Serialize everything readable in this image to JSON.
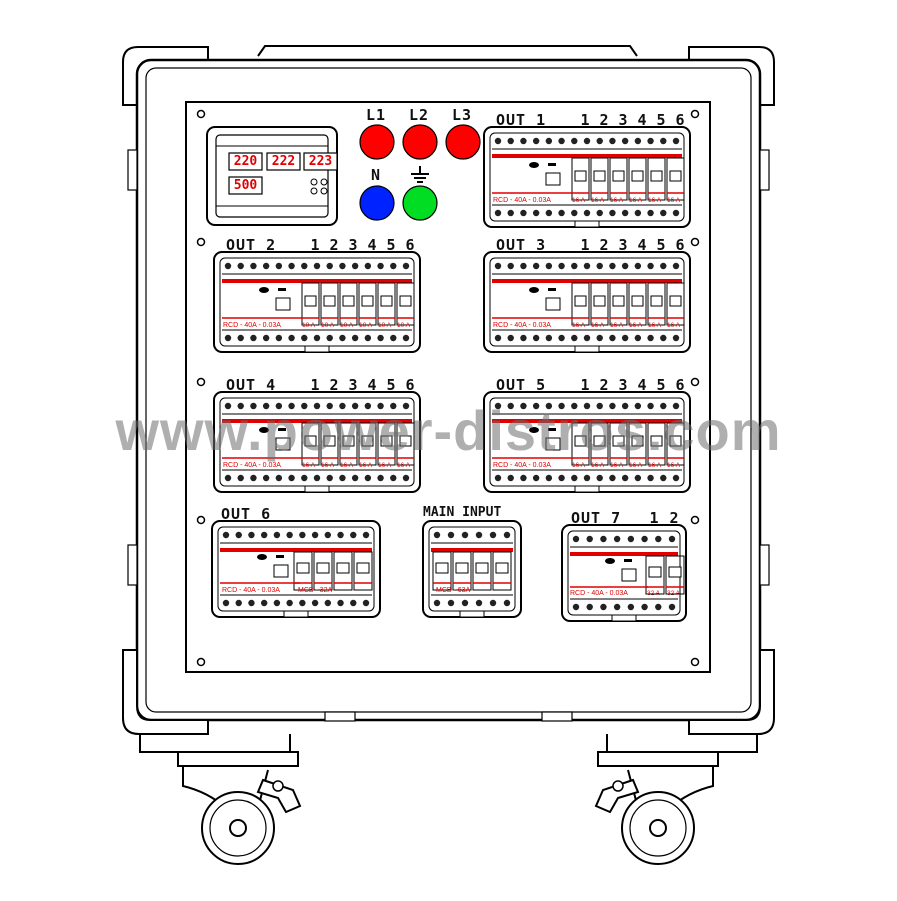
{
  "phases": {
    "l1": "L1",
    "l2": "L2",
    "l3": "L3",
    "n": "N"
  },
  "meter": {
    "v1": "220",
    "v2": "222",
    "v3": "223",
    "current": "500"
  },
  "outputs": [
    {
      "label": "OUT 1",
      "numbers": [
        "1",
        "2",
        "3",
        "4",
        "5",
        "6"
      ],
      "rcd": "RCD - 40A - 0.03A",
      "mcb": [
        "16 A",
        "16 A",
        "16 A",
        "16 A",
        "16 A",
        "16 A"
      ]
    },
    {
      "label": "OUT 2",
      "numbers": [
        "1",
        "2",
        "3",
        "4",
        "5",
        "6"
      ],
      "rcd": "RCD - 40A - 0.03A",
      "mcb": [
        "10 A",
        "10 A",
        "10 A",
        "10 A",
        "10 A",
        "10 A"
      ]
    },
    {
      "label": "OUT 3",
      "numbers": [
        "1",
        "2",
        "3",
        "4",
        "5",
        "6"
      ],
      "rcd": "RCD - 40A - 0.03A",
      "mcb": [
        "16 A",
        "16 A",
        "16 A",
        "16 A",
        "16 A",
        "16 A"
      ]
    },
    {
      "label": "OUT 4",
      "numbers": [
        "1",
        "2",
        "3",
        "4",
        "5",
        "6"
      ],
      "rcd": "RCD - 40A - 0.03A",
      "mcb": [
        "16 A",
        "16 A",
        "16 A",
        "16 A",
        "16 A",
        "16 A"
      ]
    },
    {
      "label": "OUT 5",
      "numbers": [
        "1",
        "2",
        "3",
        "4",
        "5",
        "6"
      ],
      "rcd": "RCD - 40A - 0.03A",
      "mcb": [
        "16 A",
        "16 A",
        "16 A",
        "16 A",
        "16 A",
        "16 A"
      ]
    },
    {
      "label": "OUT 6",
      "rcd": "RCD - 40A - 0.03A",
      "mcb_text": "MCB - 32A"
    },
    {
      "label": "OUT 7",
      "numbers": [
        "1",
        "2"
      ],
      "rcd": "RCD - 40A - 0.03A",
      "mcb": [
        "32 A",
        "32 A"
      ]
    }
  ],
  "main_input": {
    "label": "MAIN INPUT",
    "mcb_text": "MCB - 63A"
  },
  "watermark": "www.power-distros.com",
  "colors": {
    "phase": "#ff0000",
    "neutral": "#0022ff",
    "earth": "#00dd22",
    "accent": "#e00000"
  }
}
